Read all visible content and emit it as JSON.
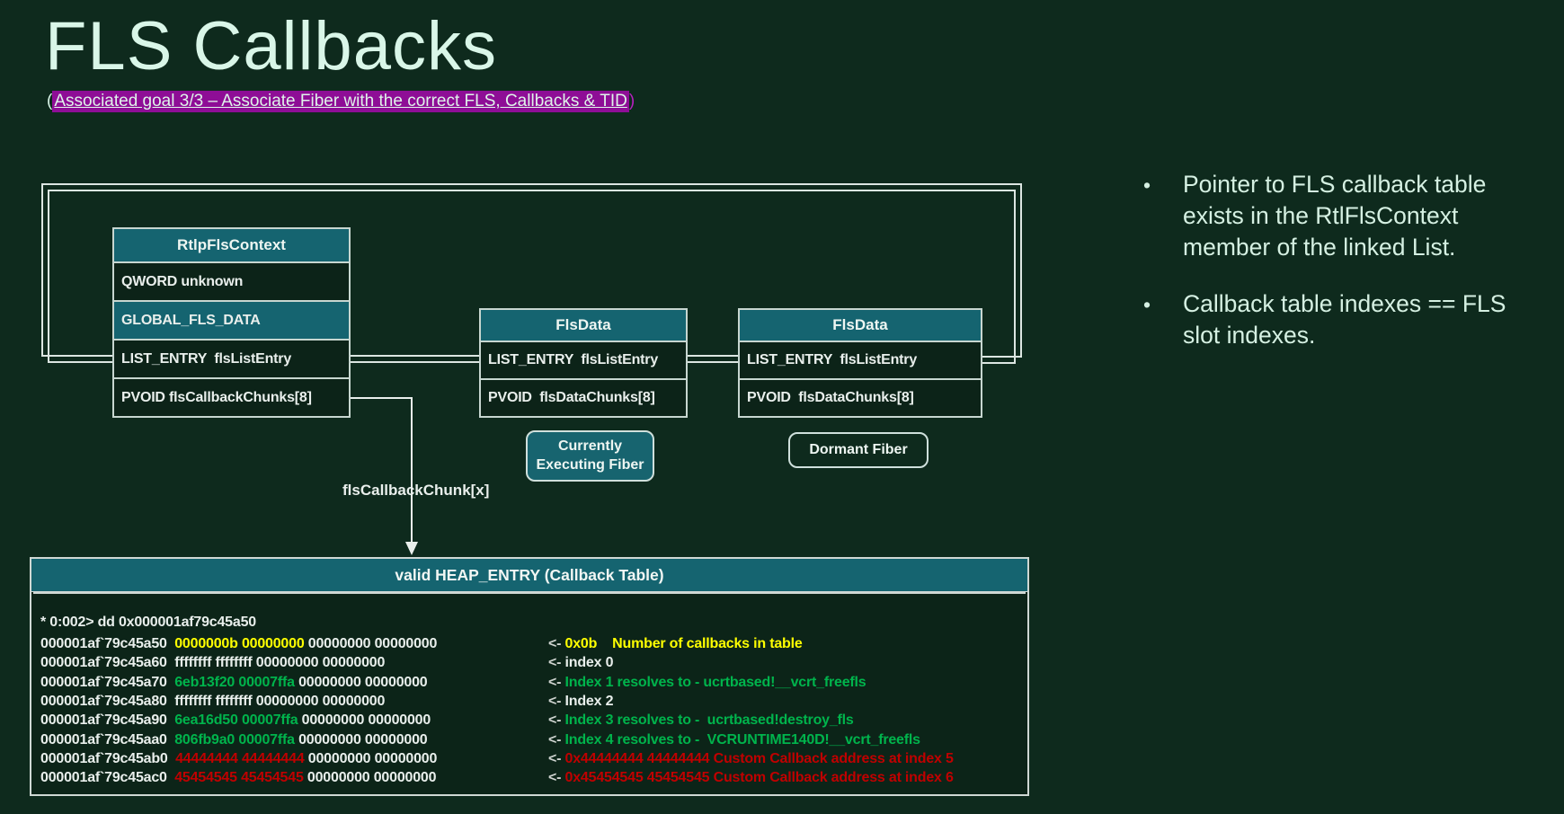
{
  "title": "FLS Callbacks",
  "subtitle": {
    "open": "(",
    "highlighted": "Associated goal 3/3 – Associate Fiber with the correct FLS, Callbacks & TID",
    "close": ")"
  },
  "bullets": [
    {
      "text": "Pointer to FLS callback table exists in the RtlFlsContext member of the linked List."
    },
    {
      "text": "Callback table indexes == FLS slot indexes."
    }
  ],
  "diagram": {
    "context_box": {
      "title": "RtlpFlsContext",
      "rows": [
        {
          "text": "QWORD unknown",
          "teal": false
        },
        {
          "text": "GLOBAL_FLS_DATA",
          "teal": true
        },
        {
          "text": "LIST_ENTRY  flsListEntry",
          "teal": false
        },
        {
          "text": "PVOID flsCallbackChunks[8]",
          "teal": false
        }
      ]
    },
    "flsdata_box1": {
      "title": "FlsData",
      "rows": [
        {
          "text": "LIST_ENTRY  flsListEntry",
          "teal": false
        },
        {
          "text": "PVOID  flsDataChunks[8]",
          "teal": false
        }
      ]
    },
    "flsdata_box2": {
      "title": "FlsData",
      "rows": [
        {
          "text": "LIST_ENTRY  flsListEntry",
          "teal": false
        },
        {
          "text": "PVOID  flsDataChunks[8]",
          "teal": false
        }
      ]
    },
    "badge_executing": {
      "lines": [
        "Currently",
        "Executing Fiber"
      ]
    },
    "badge_dormant": {
      "lines": [
        "Dormant Fiber"
      ]
    },
    "arrow_label": "flsCallbackChunk[x]"
  },
  "heap_table": {
    "title": "valid HEAP_ENTRY (Callback Table)",
    "command": "* 0:002> dd 0x000001af79c45a50",
    "arrow_glyph": "<-",
    "rows": [
      {
        "addr": "000001af`79c45a50",
        "highlight": "0000000b 00000000",
        "rest": "00000000 00000000",
        "color": "yellow",
        "note": "0x0b    Number of callbacks in table",
        "note_color": "yellow"
      },
      {
        "addr": "000001af`79c45a60",
        "highlight": "ffffffff ffffffff",
        "rest": "00000000 00000000",
        "color": "white",
        "note": "index 0",
        "note_color": "white"
      },
      {
        "addr": "000001af`79c45a70",
        "highlight": "6eb13f20 00007ffa",
        "rest": "00000000 00000000",
        "color": "green",
        "note": "Index 1 resolves to - ucrtbased!__vcrt_freefls",
        "note_color": "green"
      },
      {
        "addr": "000001af`79c45a80",
        "highlight": "ffffffff ffffffff",
        "rest": "00000000 00000000",
        "color": "white",
        "note": "Index 2",
        "note_color": "white"
      },
      {
        "addr": "000001af`79c45a90",
        "highlight": "6ea16d50 00007ffa",
        "rest": "00000000 00000000",
        "color": "green",
        "note": "Index 3 resolves to -  ucrtbased!destroy_fls",
        "note_color": "green"
      },
      {
        "addr": "000001af`79c45aa0",
        "highlight": "806fb9a0 00007ffa",
        "rest": "00000000 00000000",
        "color": "green",
        "note": "Index 4 resolves to -  VCRUNTIME140D!__vcrt_freefls",
        "note_color": "green"
      },
      {
        "addr": "000001af`79c45ab0",
        "highlight": "44444444 44444444",
        "rest": "00000000 00000000",
        "color": "red",
        "note": "0x44444444 44444444 Custom Callback address at index 5",
        "note_color": "red"
      },
      {
        "addr": "000001af`79c45ac0",
        "highlight": "45454545 45454545",
        "rest": "00000000 00000000",
        "color": "red",
        "note": "0x45454545 45454545 Custom Callback address at index 6",
        "note_color": "red"
      }
    ]
  },
  "colors": {
    "yellow": "#ffff00",
    "green": "#00b44c",
    "red": "#c00000",
    "white": "#e9efec",
    "teal": "#156470",
    "magenta": "#8e0e96",
    "mint": "#d9f6e8",
    "background": "#0e2a1d",
    "border": "#c7d6d0"
  }
}
